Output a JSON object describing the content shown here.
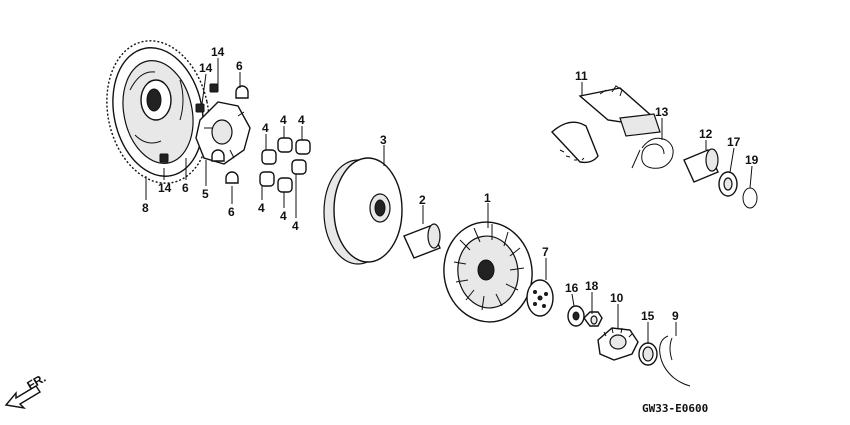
{
  "diagram": {
    "drawing_code": "GW33-E0600",
    "front_indicator": "FR.",
    "callouts": [
      "1",
      "2",
      "3",
      "4",
      "4",
      "4",
      "4",
      "4",
      "4",
      "5",
      "6",
      "6",
      "6",
      "7",
      "8",
      "9",
      "10",
      "11",
      "12",
      "13",
      "14",
      "14",
      "14",
      "15",
      "16",
      "17",
      "18",
      "19"
    ]
  }
}
